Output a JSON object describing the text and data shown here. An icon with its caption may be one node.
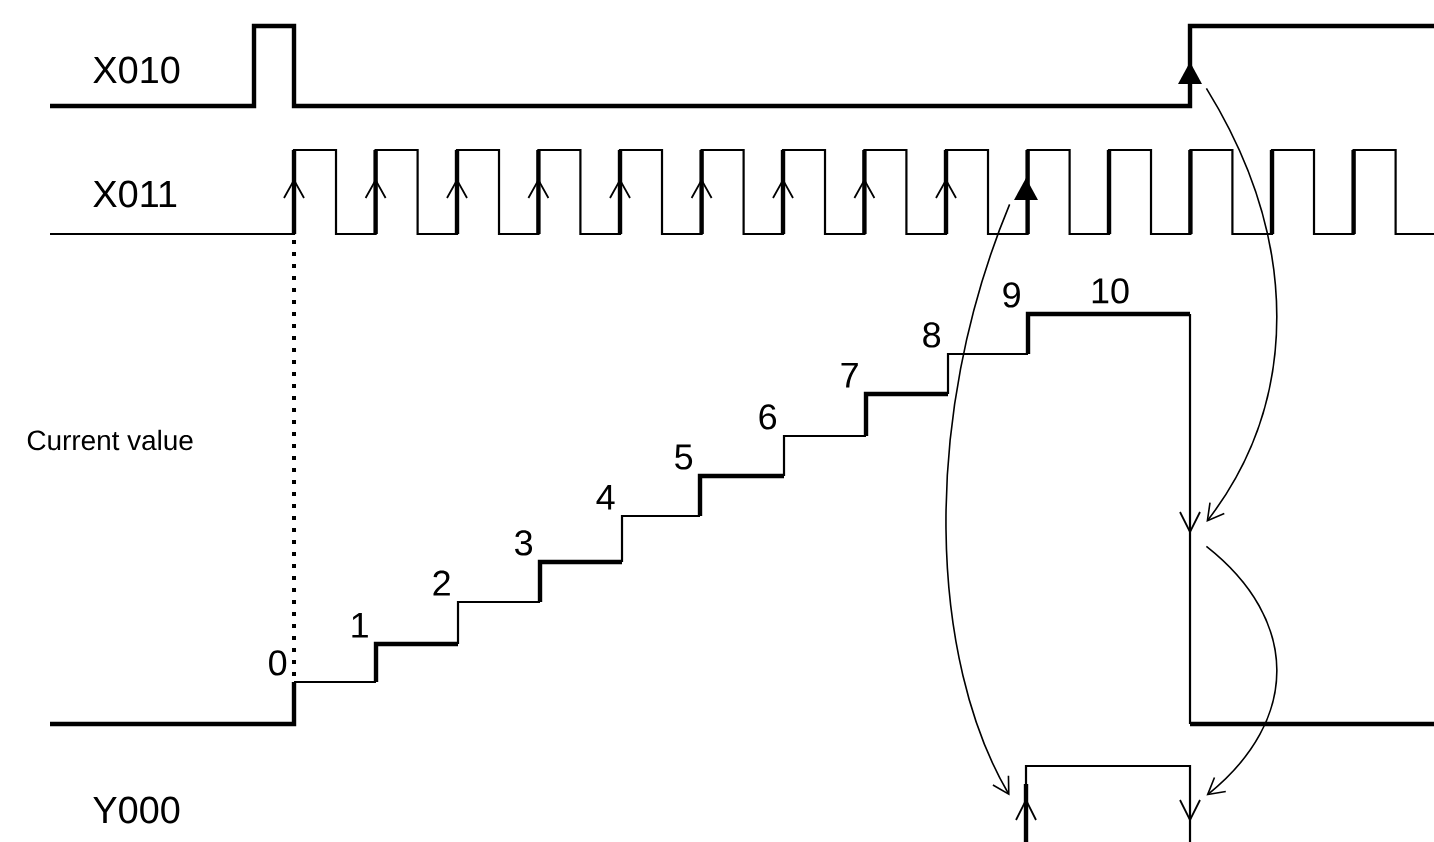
{
  "diagram": {
    "nodes": [
      {
        "text": [],
        "shape": "triangle"
      },
      {
        "text": [],
        "shape": "triangle"
      },
      {
        "text": [],
        "shape": "chevron"
      },
      {
        "text": [],
        "shape": "chevron"
      },
      {
        "text": [],
        "shape": "chevron"
      }
    ],
    "edges": [
      {
        "from": 1,
        "to": 3,
        "arrow": "to"
      },
      {
        "from": 0,
        "to": 2,
        "arrow": "to"
      },
      {
        "from": 2,
        "to": 4,
        "arrow": "to"
      }
    ],
    "labels": [
      "X010",
      "X011",
      "Current value",
      "0",
      "1",
      "2",
      "3",
      "4",
      "5",
      "6",
      "7",
      "8",
      "9",
      "10",
      "Y000"
    ]
  }
}
